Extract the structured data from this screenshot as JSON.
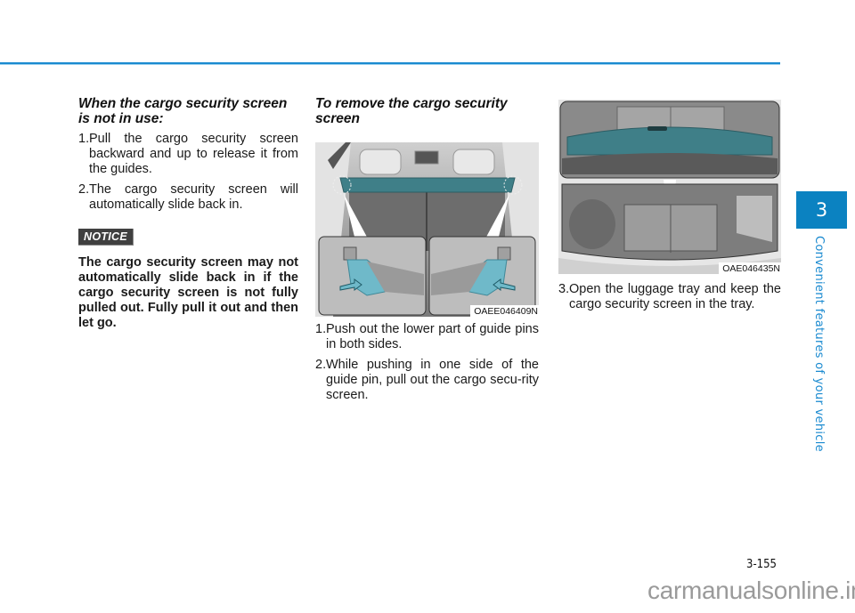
{
  "header": {
    "rule_color": "#1a8ad0"
  },
  "left_column": {
    "heading": "When the cargo security screen is not in use:",
    "steps": [
      {
        "num": "1.",
        "text": "Pull the cargo security screen backward and up to release it from the guides."
      },
      {
        "num": "2.",
        "text": "The cargo security screen will automatically slide back in."
      }
    ],
    "notice_label": "NOTICE",
    "notice_text": "The cargo security screen may not automatically slide back in if the cargo security screen is not fully pulled out. Fully pull it out and then let go."
  },
  "middle_column": {
    "heading": "To remove the cargo security screen",
    "figure_code": "OAEE046409N",
    "steps": [
      {
        "num": "1.",
        "text": "Push out the lower part of guide pins in both sides."
      },
      {
        "num": "2.",
        "text": "While pushing in one side of the guide pin, pull out the cargo secu-rity screen."
      }
    ]
  },
  "right_column": {
    "figure_code": "OAE046435N",
    "steps": [
      {
        "num": "3.",
        "text": "Open the luggage tray and keep the cargo security screen in the tray."
      }
    ]
  },
  "sidebar": {
    "chapter_number": "3",
    "chapter_title": "Convenient features of your vehicle",
    "tab_color": "#0b82c1"
  },
  "footer": {
    "page_number": "3-155",
    "watermark": "carmanualsonline.info"
  },
  "colors": {
    "screen_teal": "#3f7f88",
    "guide_pin_cyan": "#6fb9c9",
    "notice_bg": "#404040"
  }
}
